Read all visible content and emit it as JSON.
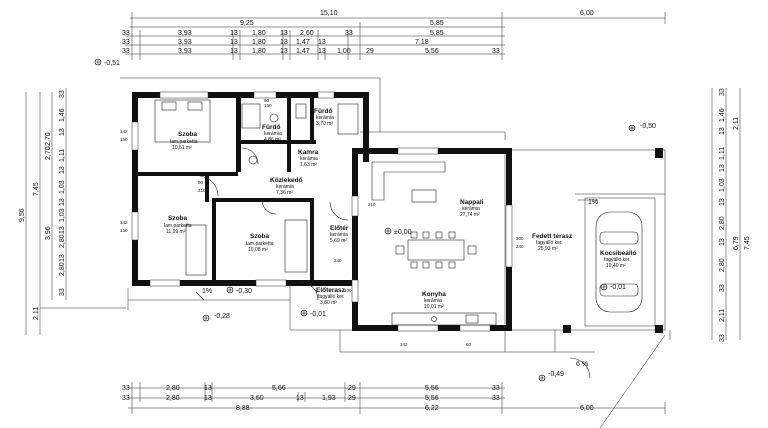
{
  "dims": {
    "top_total": "15,10",
    "top_right": "6,00",
    "top_r1_a": "9,25",
    "top_r1_b": "5,85",
    "top_r2": [
      "33",
      "3,93",
      "13",
      "1,80",
      "13",
      "2,60",
      "33",
      "5,85"
    ],
    "top_r3": [
      "33",
      "3,93",
      "13",
      "1,80",
      "13",
      "1,47",
      "13",
      "7,18"
    ],
    "top_r4": [
      "33",
      "3,93",
      "13",
      "1,80",
      "13",
      "1,47",
      "13",
      "1,00",
      "29",
      "5,56",
      "33"
    ],
    "bot_r1": [
      "33",
      "2,80",
      "13",
      "5,66",
      "29",
      "5,56",
      "33"
    ],
    "bot_r2": [
      "33",
      "2,80",
      "13",
      "3,60",
      "13",
      "1,93",
      "29",
      "5,56",
      "33"
    ],
    "bot_r3": [
      "8,88",
      "6,22",
      "6,00"
    ],
    "left_outer": "9,56",
    "left_mid": [
      "7,45",
      "2,11"
    ],
    "left_inner": [
      "2,70",
      "3,96"
    ],
    "left_ticks": [
      "33",
      "1,46",
      "13",
      "2,70",
      "1,11",
      "13",
      "1,03",
      "13",
      "1,03",
      "13",
      "2,80",
      "13",
      "2,80",
      "33"
    ],
    "right_outer": "7,45",
    "right_mid": [
      "2,11",
      "6,79"
    ],
    "right_ticks": [
      "33",
      "1,46",
      "13",
      "1,11",
      "13",
      "1,03",
      "13",
      "2,80",
      "13",
      "2,80",
      "33",
      "2,11",
      "33"
    ]
  },
  "levels": {
    "l1": "-0,51",
    "l2": "-0,50",
    "l3": "-0,30",
    "l4": "-0,28",
    "l5": "-0,01",
    "l6": "-0,01",
    "l7": "-0,49",
    "l8": "±0,00"
  },
  "slopes": {
    "s1": "1%",
    "s2": "1%",
    "s3": "6 %"
  },
  "rooms": {
    "szoba1": {
      "name": "Szoba",
      "floor": "lam.parketta",
      "area": "10,61 m²"
    },
    "furdo1": {
      "name": "Fürdő",
      "floor": "kerámia",
      "area": "4,86 m²"
    },
    "furdo2": {
      "name": "Fürdő",
      "floor": "kerámia",
      "area": "3,70 m²"
    },
    "kamra": {
      "name": "Kamra",
      "floor": "kerámia",
      "area": "1,63 m²"
    },
    "kozlekedo": {
      "name": "Közlekedő",
      "floor": "kerámia",
      "area": "7,36 m²"
    },
    "szoba2": {
      "name": "Szoba",
      "floor": "lam.parketta",
      "area": "11,09 m²"
    },
    "szoba3": {
      "name": "Szoba",
      "floor": "lam.parketta",
      "area": "10,08 m²"
    },
    "eloter": {
      "name": "Előtér",
      "floor": "kerámia",
      "area": "5,69 m²"
    },
    "nappali": {
      "name": "Nappali",
      "floor": "kerámia",
      "area": "27,74 m²"
    },
    "konyha": {
      "name": "Konyha",
      "floor": "kerámia",
      "area": "10,01 m²"
    },
    "eloterasz": {
      "name": "Előterasz",
      "floor": "fagyálló ker.",
      "area": "3,80 m²"
    },
    "fedett": {
      "name": "Fedett terasz",
      "floor": "fagyálló ker.",
      "area": "25,93 m²"
    },
    "kocsi": {
      "name": "Kocsibeálló",
      "floor": "fagyálló ker.",
      "area": "19,40 m²"
    }
  },
  "openings": {
    "o_90": "90",
    "o_210": "210",
    "o_150": "150",
    "o_142": "142",
    "o_300": "300",
    "o_240": "240",
    "o_240b": "240",
    "o_60": "60",
    "o_100": "100"
  }
}
